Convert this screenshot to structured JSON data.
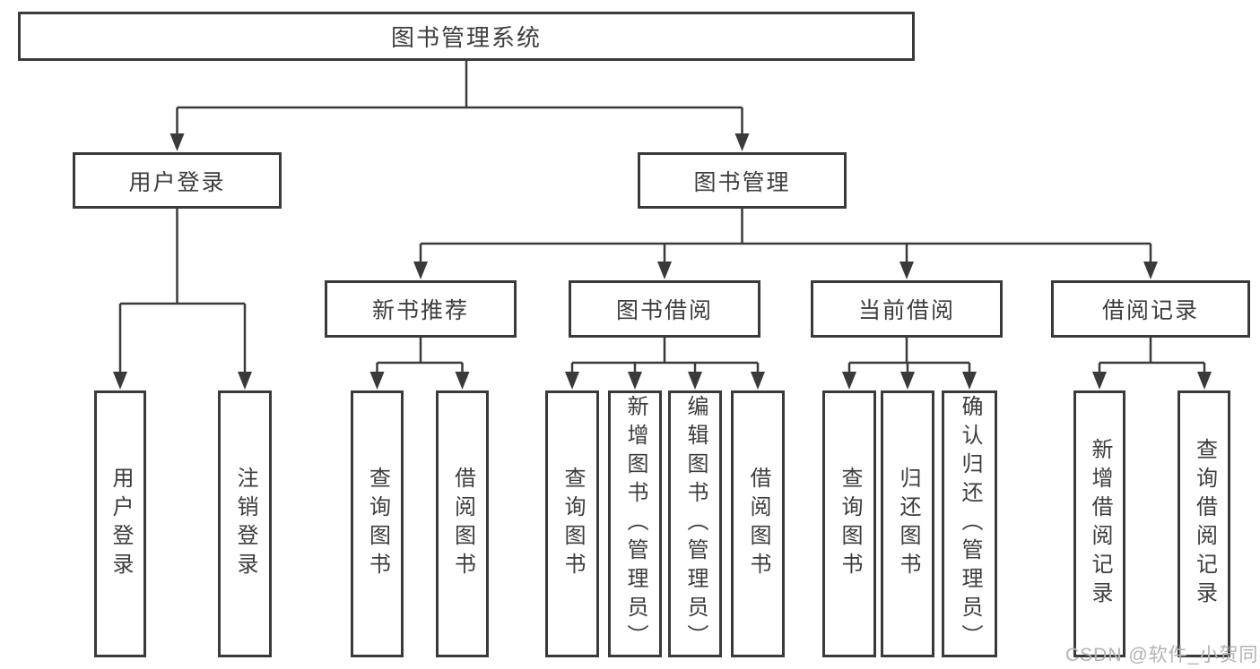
{
  "diagram": {
    "root": {
      "label": "图书管理系统"
    },
    "level2": {
      "user_login": {
        "label": "用户登录"
      },
      "book_management": {
        "label": "图书管理"
      }
    },
    "level3": {
      "new_book_recommend": {
        "label": "新书推荐"
      },
      "book_borrowing": {
        "label": "图书借阅"
      },
      "current_borrowing": {
        "label": "当前借阅"
      },
      "borrow_records": {
        "label": "借阅记录"
      }
    },
    "leaves": {
      "user_login": {
        "label": "用户登录"
      },
      "logout_login": {
        "label": "注销登录"
      },
      "rec_query_books": {
        "label": "查询图书"
      },
      "rec_borrow_books": {
        "label": "借阅图书"
      },
      "bor_query_books": {
        "label": "查询图书"
      },
      "bor_add_books": {
        "label": "新增图书（管理员）"
      },
      "bor_edit_books": {
        "label": "编辑图书（管理员）"
      },
      "bor_borrow_books": {
        "label": "借阅图书"
      },
      "cur_query_books": {
        "label": "查询图书"
      },
      "cur_return_books": {
        "label": "归还图书"
      },
      "cur_confirm_return": {
        "label": "确认归还（管理员）"
      },
      "records_add_record": {
        "label": "新增借阅记录"
      },
      "records_query_record": {
        "label": "查询借阅记录"
      }
    }
  },
  "watermark": {
    "text": "CSDN @软件_小贺同学"
  },
  "colors": {
    "line": "#3a3a3a",
    "text": "#3d3d3d",
    "box_bg": "#ffffff",
    "background": "#ffffff",
    "watermark": "#b3b3b3"
  }
}
